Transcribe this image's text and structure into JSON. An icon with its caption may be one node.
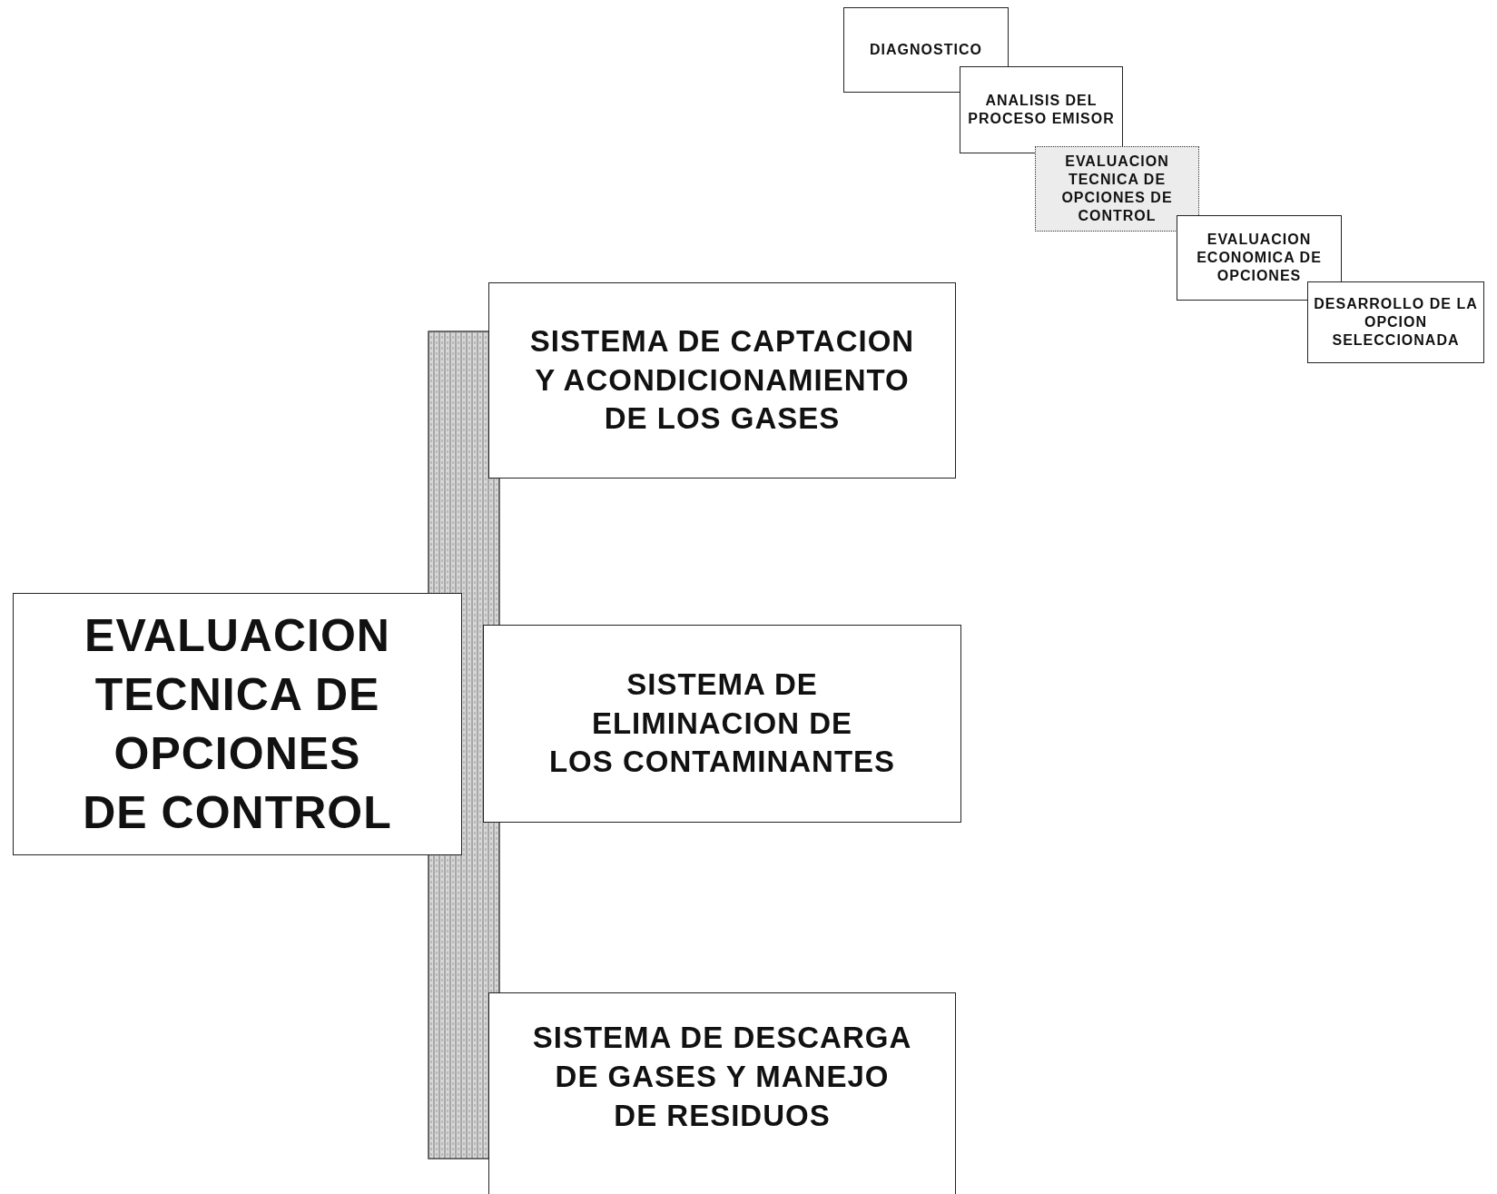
{
  "diagram": {
    "nodes": [
      {
        "text": [
          "DIAGNOSTICO"
        ]
      },
      {
        "text": [
          "ANALISIS DEL PROCESO EMISOR"
        ]
      },
      {
        "text": [
          "EVALUACION TECNICA DE OPCIONES DE CONTROL"
        ]
      },
      {
        "text": [
          "EVALUACION ECONOMICA DE OPCIONES"
        ]
      },
      {
        "text": [
          "DESARROLLO DE LA OPCION SELECCIONADA"
        ]
      },
      {
        "text": [
          "EVALUACION TECNICA DE OPCIONES DE CONTROL"
        ]
      },
      {
        "text": [
          "SISTEMA DE CAPTACION Y ACONDICIONAMIENTO DE LOS GASES"
        ]
      },
      {
        "text": [
          "SISTEMA DE ELIMINACION DE LOS CONTAMINANTES"
        ]
      },
      {
        "text": [
          "SISTEMA DE DESCARGA DE GASES Y MANEJO DE RESIDUOS"
        ]
      },
      {
        "text": [],
        "shape": "bar"
      }
    ]
  }
}
